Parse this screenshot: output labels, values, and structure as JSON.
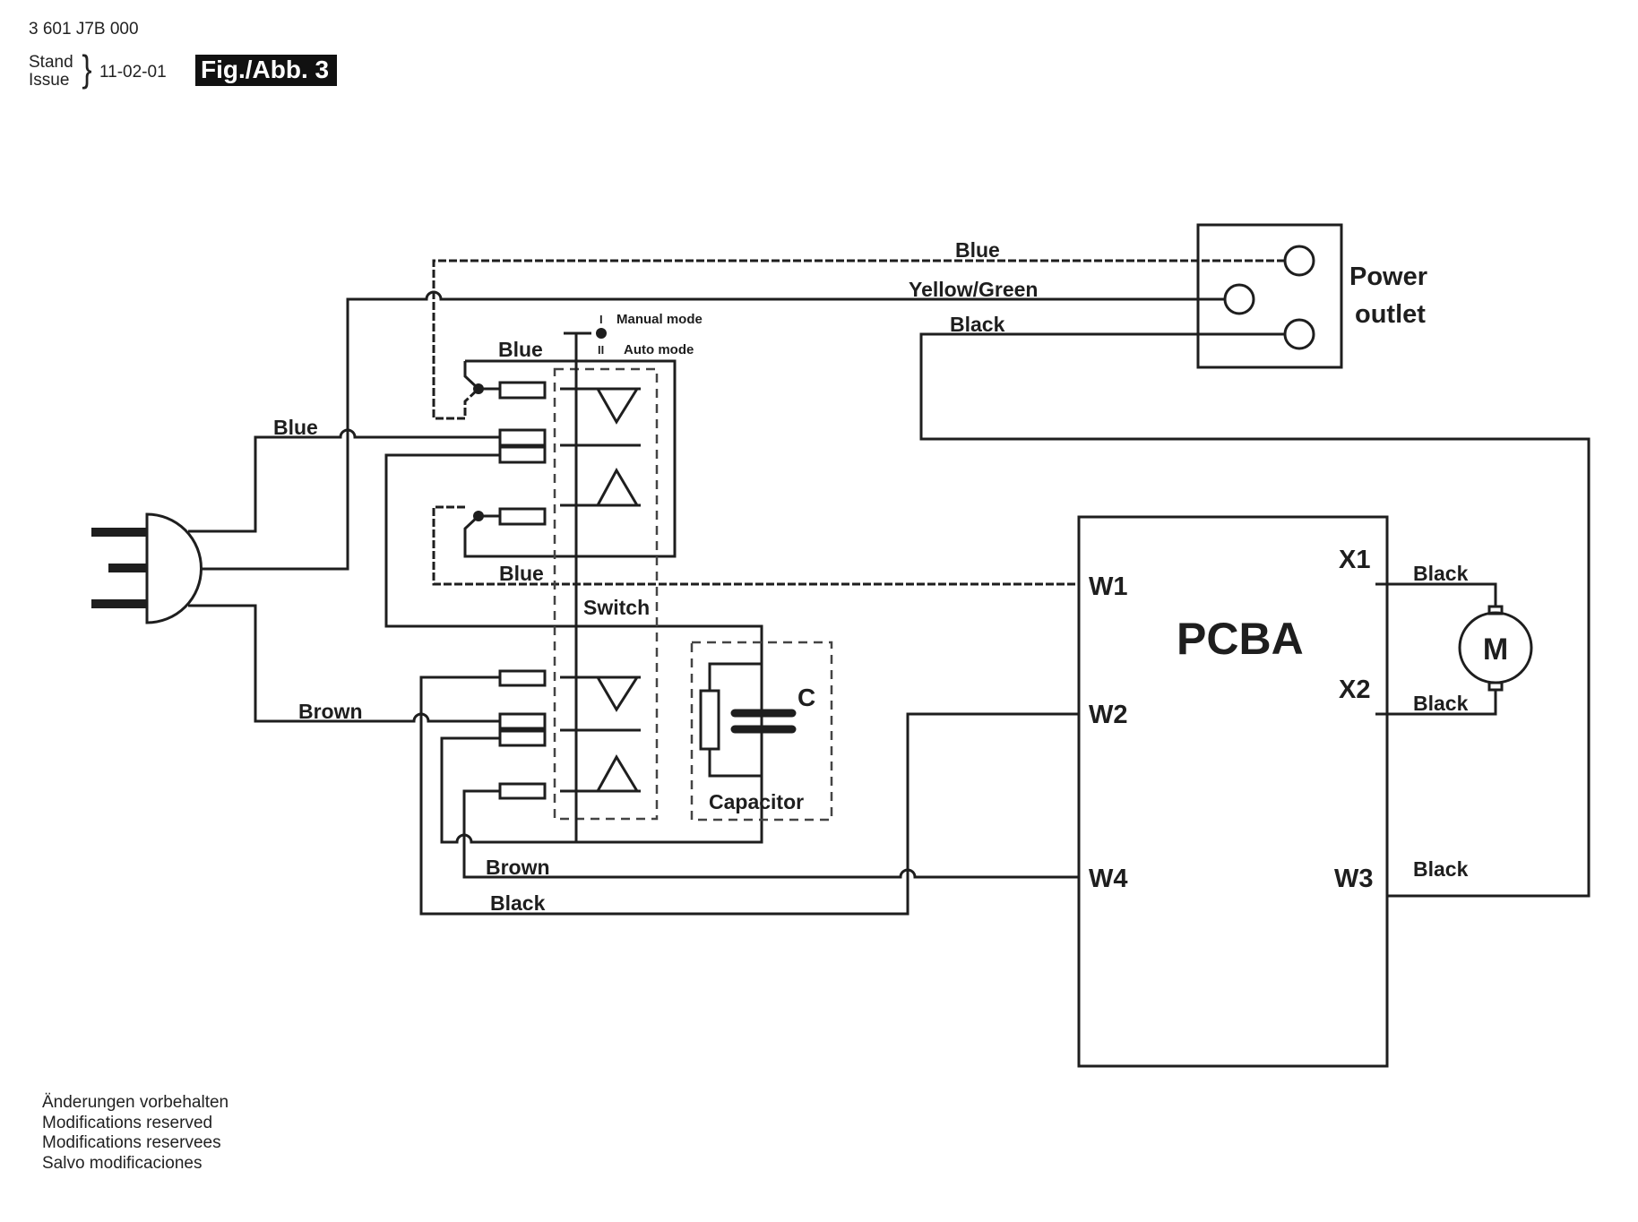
{
  "header": {
    "doc_number": "3 601 J7B 000",
    "stand_label": "Stand",
    "issue_label": "Issue",
    "date": "11-02-01",
    "figure_label": "Fig./Abb. 3"
  },
  "components": {
    "power_outlet": "Power\noutlet",
    "power_outlet_line1": "Power",
    "power_outlet_line2": "outlet",
    "pcba": "PCBA",
    "motor": "M",
    "switch": "Switch",
    "capacitor": "Capacitor",
    "capacitor_symbol": "C"
  },
  "switch_modes": [
    {
      "marker": "I",
      "label": "Manual mode"
    },
    {
      "marker": "II",
      "label": "Auto mode"
    }
  ],
  "pcba_terminals": {
    "w1": "W1",
    "w2": "W2",
    "w3": "W3",
    "w4": "W4",
    "x1": "X1",
    "x2": "X2"
  },
  "wire_labels": {
    "outlet_blue": "Blue",
    "outlet_yellow_green": "Yellow/Green",
    "outlet_black": "Black",
    "switch_blue_top": "Blue",
    "plug_blue": "Blue",
    "w1_blue": "Blue",
    "plug_brown": "Brown",
    "w4_brown": "Brown",
    "w2_black": "Black",
    "x1_black": "Black",
    "x2_black": "Black",
    "w3_black": "Black"
  },
  "footer": [
    "Änderungen vorbehalten",
    "Modifications reserved",
    "Modifications reservees",
    "Salvo modificaciones"
  ]
}
